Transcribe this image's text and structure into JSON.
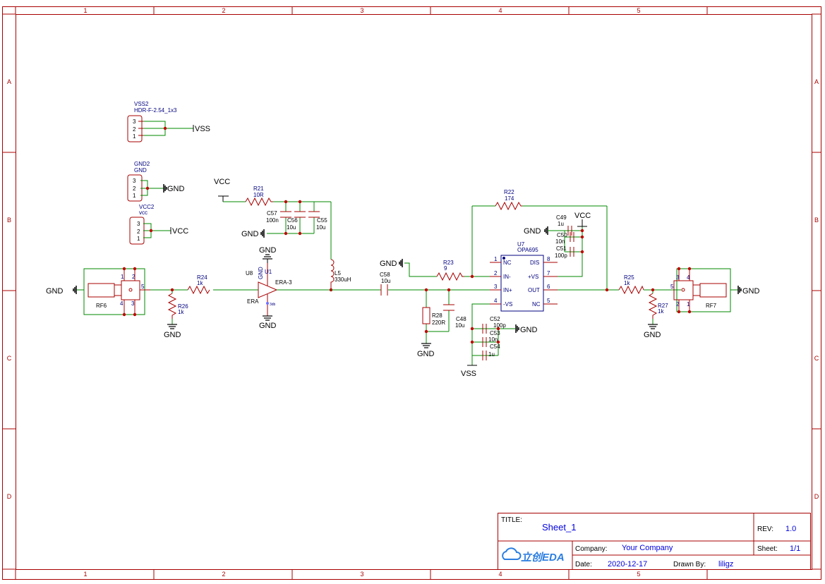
{
  "frame": {
    "col_labels": [
      "1",
      "2",
      "3",
      "4",
      "5"
    ],
    "row_labels": [
      "A",
      "B",
      "C",
      "D"
    ]
  },
  "colors": {
    "frame": "#a80000",
    "wire": "#008800",
    "component": "#a80000",
    "junction": "#c00000",
    "pin_text": "#000080",
    "title_value": "#0000dd",
    "ground": "#000000"
  },
  "connectors": {
    "vss2": {
      "ref": "VSS2",
      "footprint": "HDR-F-2.54_1x3",
      "pins": [
        "3",
        "2",
        "1"
      ],
      "net": "VSS"
    },
    "gnd2": {
      "ref": "GND2",
      "value": "GND",
      "pins": [
        "3",
        "2",
        "1"
      ],
      "net": "GND"
    },
    "vcc2": {
      "ref": "VCC2",
      "value": "vcc",
      "pins": [
        "3",
        "2",
        "1"
      ],
      "net": "VCC"
    }
  },
  "power": {
    "vcc_top": "VCC",
    "gnd_c57": "GND",
    "gnd_u8_top": "GND",
    "gnd_u8_bottom": "GND",
    "gnd_rf6": "GND",
    "gnd_r26": "GND",
    "gnd_r23": "GND",
    "gnd_r28": "GND",
    "gnd_c52": "GND",
    "vss_bottom": "VSS",
    "vcc_opamp": "VCC",
    "gnd_c49": "GND",
    "gnd_r27": "GND",
    "gnd_rf7": "GND"
  },
  "components": {
    "rf6": {
      "ref": "RF6",
      "pins": [
        "1",
        "2",
        "5",
        "4",
        "3"
      ]
    },
    "r24": {
      "ref": "R24",
      "value": "1k"
    },
    "r26": {
      "ref": "R26",
      "value": "1k"
    },
    "u8": {
      "ref": "U8",
      "name": "ERA",
      "value": "ERA-3",
      "unit": "U1",
      "gnd_pin": "GND",
      "atten": "3db"
    },
    "r21": {
      "ref": "R21",
      "value": "10R"
    },
    "c57": {
      "ref": "C57",
      "value": "100n"
    },
    "c56": {
      "ref": "C56",
      "value": "10u"
    },
    "c55": {
      "ref": "C55",
      "value": "10u"
    },
    "l5": {
      "ref": "L5",
      "value": "330uH"
    },
    "c58": {
      "ref": "C58",
      "value": "10u"
    },
    "r28": {
      "ref": "R28",
      "value": "220R"
    },
    "c48": {
      "ref": "C48",
      "value": "10u"
    },
    "r23": {
      "ref": "R23",
      "value": "9"
    },
    "r22": {
      "ref": "R22",
      "value": "174"
    },
    "u7": {
      "ref": "U7",
      "value": "OPA695",
      "left_pins": [
        {
          "num": "1",
          "name": "NC"
        },
        {
          "num": "2",
          "name": "IN-"
        },
        {
          "num": "3",
          "name": "IN+"
        },
        {
          "num": "4",
          "name": "-VS"
        }
      ],
      "right_pins": [
        {
          "num": "8",
          "name": "DIS"
        },
        {
          "num": "7",
          "name": "+VS"
        },
        {
          "num": "6",
          "name": "OUT"
        },
        {
          "num": "5",
          "name": "NC"
        }
      ]
    },
    "c49": {
      "ref": "C49",
      "value": "1u"
    },
    "c50": {
      "ref": "C50",
      "value": "10n"
    },
    "c51": {
      "ref": "C51",
      "value": "100p"
    },
    "c52": {
      "ref": "C52",
      "value": "100p"
    },
    "c53": {
      "ref": "C53",
      "value": "10n"
    },
    "c54": {
      "ref": "C54",
      "value": "1u"
    },
    "r25": {
      "ref": "R25",
      "value": "1k"
    },
    "r27": {
      "ref": "R27",
      "value": "1k"
    },
    "rf7": {
      "ref": "RF7",
      "pins": [
        "3",
        "4",
        "5",
        "1",
        "2"
      ]
    }
  },
  "title_block": {
    "title_label": "TITLE:",
    "title_value": "Sheet_1",
    "rev_label": "REV:",
    "rev_value": "1.0",
    "company_label": "Company:",
    "company_value": "Your Company",
    "sheet_label": "Sheet:",
    "sheet_value": "1/1",
    "date_label": "Date:",
    "date_value": "2020-12-17",
    "drawn_label": "Drawn By:",
    "drawn_value": "liligz",
    "logo_text": "立创EDA"
  }
}
